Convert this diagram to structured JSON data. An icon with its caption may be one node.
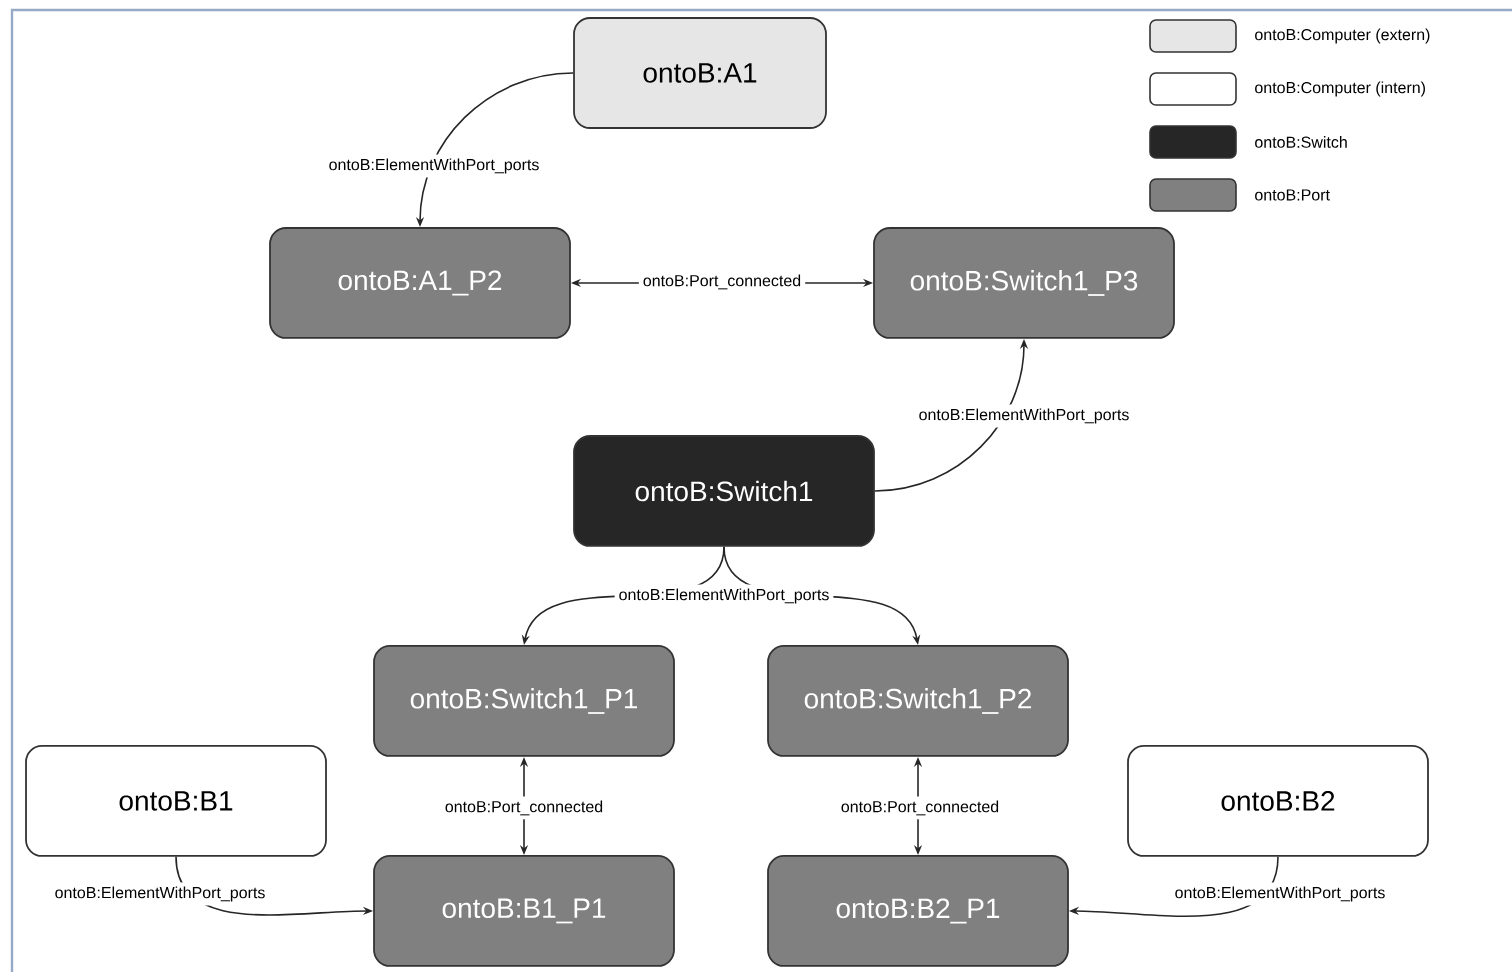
{
  "diagram": {
    "nodes": [
      {
        "text": [
          "ontoB:A1"
        ]
      },
      {
        "text": [
          "ontoB:A1_P2"
        ]
      },
      {
        "text": [
          "ontoB:Switch1_P3"
        ]
      },
      {
        "text": [
          "ontoB:Switch1"
        ]
      },
      {
        "text": [
          "ontoB:Switch1_P1"
        ]
      },
      {
        "text": [
          "ontoB:Switch1_P2"
        ]
      },
      {
        "text": [
          "ontoB:B1"
        ]
      },
      {
        "text": [
          "ontoB:B1_P1"
        ]
      },
      {
        "text": [
          "ontoB:B2"
        ]
      },
      {
        "text": [
          "ontoB:B2_P1"
        ]
      }
    ],
    "edges": [
      {
        "from": 0,
        "to": 1,
        "arrow": "to",
        "label": "ontoB:ElementWithPort_ports"
      },
      {
        "from": 1,
        "to": 2,
        "arrow": "both",
        "label": "ontoB:Port_connected"
      },
      {
        "from": 3,
        "to": 2,
        "arrow": "to",
        "label": "ontoB:ElementWithPort_ports"
      },
      {
        "from": 3,
        "to": 4,
        "arrow": "to",
        "label": "ontoB:ElementWithPort_ports"
      },
      {
        "from": 3,
        "to": 5,
        "arrow": "to"
      },
      {
        "from": 4,
        "to": 7,
        "arrow": "both",
        "label": "ontoB:Port_connected"
      },
      {
        "from": 5,
        "to": 9,
        "arrow": "both",
        "label": "ontoB:Port_connected"
      },
      {
        "from": 6,
        "to": 7,
        "arrow": "to",
        "label": "ontoB:ElementWithPort_ports"
      },
      {
        "from": 8,
        "to": 9,
        "arrow": "to",
        "label": "ontoB:ElementWithPort_ports"
      }
    ],
    "legend": [
      {
        "text": "ontoB:Computer (extern)",
        "color": "#e6e6e6"
      },
      {
        "text": "ontoB:Computer (intern)"
      },
      {
        "text": "ontoB:Switch",
        "color": "#262626"
      },
      {
        "text": "ontoB:Port",
        "color": "#808080"
      }
    ]
  }
}
